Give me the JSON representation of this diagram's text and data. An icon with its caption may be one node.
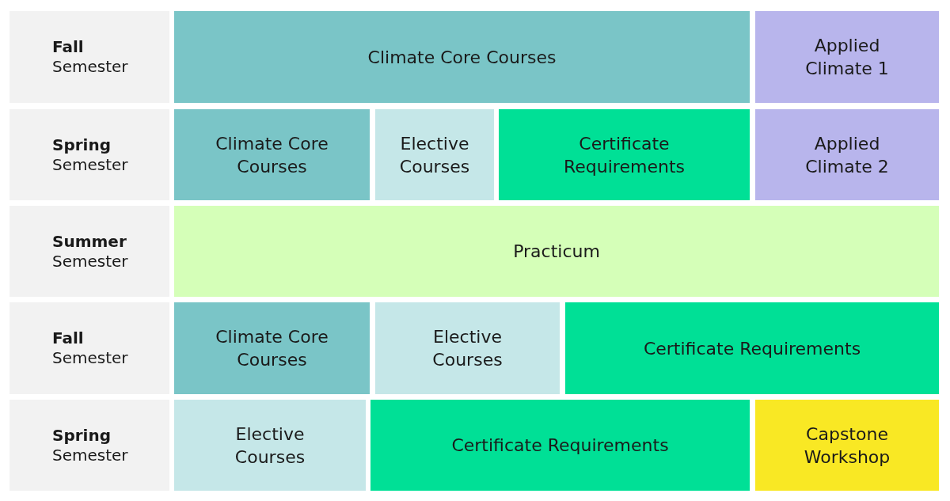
{
  "diagram": {
    "nodes": [
      {
        "text": [
          "**Fall** Semester"
        ]
      },
      {
        "text": [
          "Climate Core Courses"
        ]
      },
      {
        "text": [
          "Applied Climate 1"
        ]
      },
      {
        "text": [
          "**Spring** Semester"
        ]
      },
      {
        "text": [
          "Climate Core Courses"
        ]
      },
      {
        "text": [
          "Elective Courses"
        ]
      },
      {
        "text": [
          "Certificate Requirements"
        ]
      },
      {
        "text": [
          "Applied Climate 2"
        ]
      },
      {
        "text": [
          "**Summer** Semester"
        ]
      },
      {
        "text": [
          "Practicum"
        ]
      },
      {
        "text": [
          "**Fall** Semester"
        ]
      },
      {
        "text": [
          "Climate Core Courses"
        ]
      },
      {
        "text": [
          "Elective Courses"
        ]
      },
      {
        "text": [
          "Certificate Requirements"
        ]
      },
      {
        "text": [
          "**Spring** Semester"
        ]
      },
      {
        "text": [
          "Elective Courses"
        ]
      },
      {
        "text": [
          "Certificate Requirements"
        ]
      },
      {
        "text": [
          "Capstone Workshop"
        ]
      }
    ]
  }
}
